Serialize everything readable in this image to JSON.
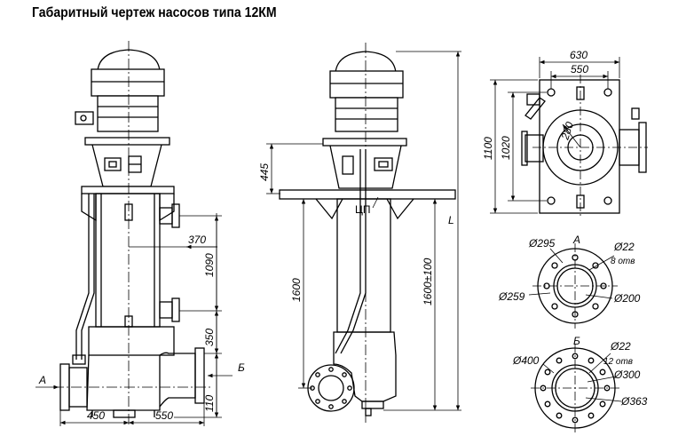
{
  "title": "Габаритный чертеж насосов типа 12КМ",
  "dims": {
    "front_flange_offset": "370",
    "front_height_1": "1090",
    "front_height_2": "350",
    "front_height_3": "110",
    "front_base_left": "450",
    "front_base_right": "550",
    "view_a": "А",
    "view_b": "Б",
    "side_top": "445",
    "side_cp": "ЦП",
    "side_1600": "1600",
    "side_1600_tol": "1600±100",
    "side_L": "L",
    "plan_630": "630",
    "plan_550": "550",
    "plan_1100": "1100",
    "plan_1020": "1020",
    "plan_280": "280"
  },
  "flange_a": {
    "label": "А",
    "d_outer": "Ø295",
    "d_bolt": "Ø22",
    "holes": "8 отв",
    "d_pitch": "Ø259",
    "d_inner": "Ø200"
  },
  "flange_b": {
    "label": "Б",
    "d_outer": "Ø400",
    "d_bolt": "Ø22",
    "holes": "12 отв",
    "d_pitch": "Ø300",
    "d_inner": "Ø363"
  }
}
